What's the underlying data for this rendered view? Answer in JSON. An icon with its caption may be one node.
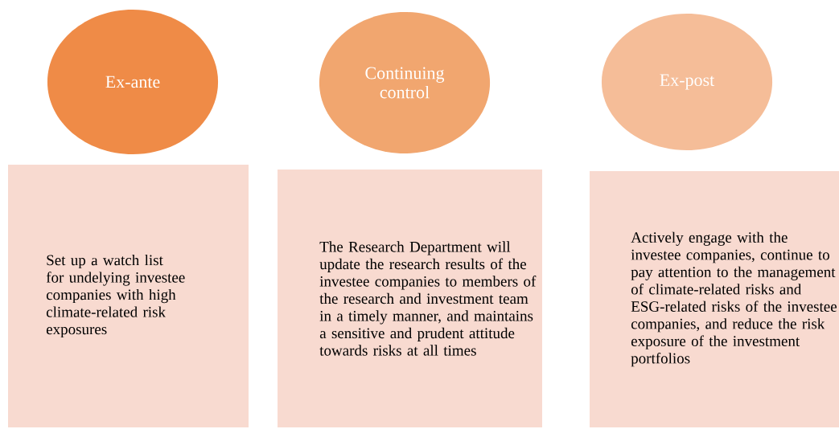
{
  "diagram": {
    "nodes": [
      {
        "text": [
          "Ex-ante"
        ]
      },
      {
        "text": [
          "Continuing control"
        ]
      },
      {
        "text": [
          "Ex-post"
        ]
      },
      {
        "text": [
          "Set up a watch list for undelying investee companies with high climate-related risk exposures"
        ]
      },
      {
        "text": [
          "The Research Department will update the research results of the investee companies to members of the research and investment team in a timely manner, and maintains a sensitive and prudent attitude towards risks at all times"
        ]
      },
      {
        "text": [
          "Actively engage with the investee companies, continue to pay attention to the management of climate-related risks and ESG-related risks of the investee companies, and reduce the risk exposure of the investment portfolios"
        ]
      }
    ]
  }
}
